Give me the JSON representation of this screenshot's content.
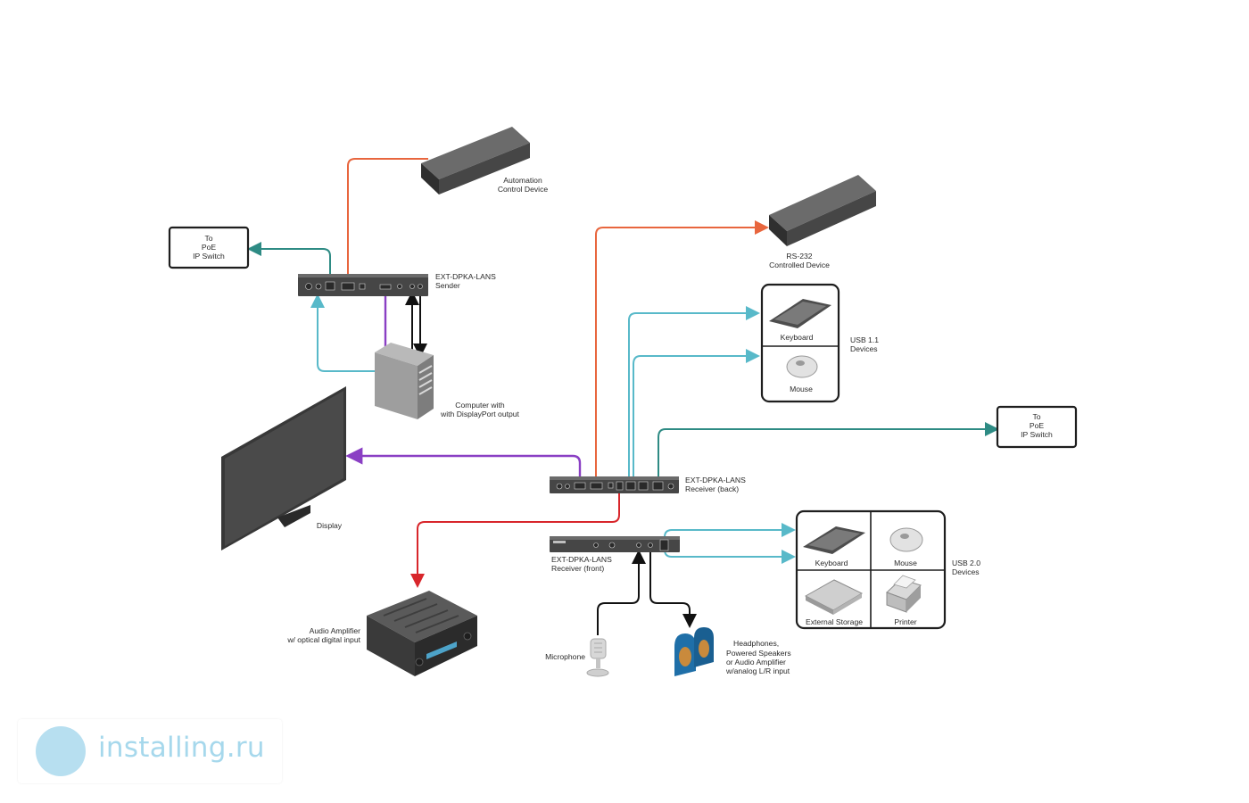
{
  "labels": {
    "automation": [
      "Automation",
      "Control Device"
    ],
    "rs232": [
      "RS-232",
      "Controlled Device"
    ],
    "poe_left": [
      "To",
      "PoE",
      "IP Switch"
    ],
    "poe_right": [
      "To",
      "PoE",
      "IP Switch"
    ],
    "sender": [
      "EXT-DPKA-LANS",
      "Sender"
    ],
    "computer": [
      "Computer with",
      "with DisplayPort output"
    ],
    "keyboard_usb11": "Keyboard",
    "mouse_usb11": "Mouse",
    "usb11": [
      "USB 1.1",
      "Devices"
    ],
    "receiver_back": [
      "EXT-DPKA-LANS",
      "Receiver (back)"
    ],
    "receiver_front": [
      "EXT-DPKA-LANS",
      "Receiver (front)"
    ],
    "display": "Display",
    "amplifier": [
      "Audio Amplifier",
      "w/ optical digital input"
    ],
    "microphone": "Microphone",
    "speakers": [
      "Headphones,",
      "Powered Speakers",
      "or Audio Amplifier",
      "w/analog L/R input"
    ],
    "keyboard_usb20": "Keyboard",
    "mouse_usb20": "Mouse",
    "storage": "External Storage",
    "printer": "Printer",
    "usb20": [
      "USB 2.0",
      "Devices"
    ]
  },
  "watermark": "installing.ru",
  "colors": {
    "rs232_wire": "#e8663e",
    "usb_wire": "#58b9c9",
    "ethernet_wire": "#2e8b84",
    "video_wire": "#8a3fc4",
    "optical_audio_wire": "#d8262b",
    "analog_audio_wire": "#111111"
  }
}
